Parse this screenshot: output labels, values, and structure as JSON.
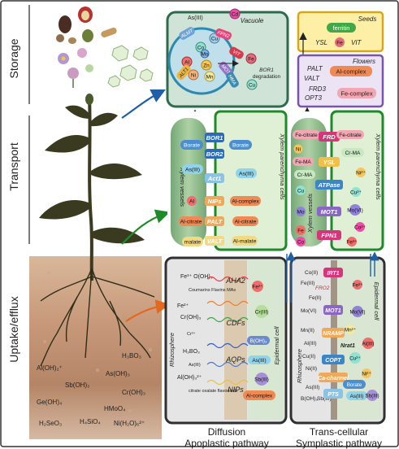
{
  "side_labels": {
    "storage": "Storage",
    "transport": "Transport",
    "uptake": "Uptake/efflux"
  },
  "vacuole": {
    "title": "Vacuole",
    "asIII": "As(III)",
    "ions": [
      "Cu",
      "Co",
      "Ni",
      "Zn",
      "Mo",
      "Fe",
      "Al",
      "Cd",
      "Mn"
    ],
    "transporters": [
      "ALMT",
      "FPN2",
      "VIT",
      "ALT1",
      "MOT",
      "HMA"
    ],
    "bor1": "BOR1\ndegradation"
  },
  "seeds": {
    "title": "Seeds",
    "ferritin": "ferritin",
    "ysl": "YSL",
    "fe": "Fe",
    "vit": "VIT"
  },
  "flowers": {
    "title": "Flowers",
    "palt": "PALT",
    "valt": "VALT",
    "al_complex": "Al-complex",
    "frd3": "FRD3",
    "opt3": "OPT3",
    "fe_complex": "Fe-complex"
  },
  "transport_left": {
    "vessels_label": "Xylem vessels",
    "parenchyma_label": "Xylem parenchyma cells",
    "left_items": [
      "Borate",
      "As(III)",
      "Al",
      "Al-citrate",
      "malate"
    ],
    "channels": [
      "BOR1",
      "BOR2",
      "Act1",
      "NIPs",
      "PALT",
      "VALT"
    ],
    "right_items": [
      "Borate",
      "As(III)",
      "Al-complex",
      "Al-citrate",
      "Al-malate"
    ]
  },
  "transport_right": {
    "vessels_label": "Xylem vessels",
    "parenchyma_label": "Xylem parenchyma cells",
    "left_items": [
      "Fe-citrate",
      "Ni",
      "Fe-MA",
      "Cr-MA",
      "Cu",
      "Mo",
      "Fe",
      "Co"
    ],
    "channels": [
      "FRD",
      "YSL",
      "ATPase",
      "MOT1",
      "FPN1"
    ],
    "right_items": [
      "Fe-citrate",
      "Cr-MA",
      "Ni²⁺",
      "Cu²⁺",
      "Mo(VI)",
      "Co²⁺",
      "Fe³⁺"
    ]
  },
  "uptake_left": {
    "rhizosphere_label": "Rhizosphere",
    "epidermal_label": "Epidermal cell",
    "left_items": [
      "Fe³⁺ O(OH)₃",
      "Coumarins\nFlavins\nMAs",
      "Fe²⁺",
      "Cr(OH)₃",
      "Cr³⁺",
      "H₃BO₃",
      "As(III)",
      "Al(OH)₃²⁺",
      "citrate\noxalate\nflavonoids"
    ],
    "channels": [
      "AHA2",
      "CDFs",
      "AQPs",
      "NIPs"
    ],
    "right_items": [
      "Fe²⁺",
      "Cr(III)",
      "B(OH)₃",
      "As(III)",
      "Sb(III)",
      "Al-complex"
    ]
  },
  "uptake_right": {
    "rhizosphere_label": "Rhizosphere",
    "epidermal_label": "Epidermal cell",
    "left_items": [
      "Co(II)",
      "Fe(III)",
      "FRO2",
      "Fe(II)",
      "Mo(VI)",
      "Mn(II)",
      "Al(III)",
      "Cu(II)",
      "Ni(II)",
      "As(III)",
      "B(OH)₃",
      "Sb(III)"
    ],
    "channels": [
      "IRT1",
      "MOT1",
      "NRAMP",
      "Nrat1",
      "COPT",
      "Ca-channel",
      "PTS"
    ],
    "right_items": [
      "Fe²⁺",
      "Mo(VI)",
      "Mn²⁺",
      "Al(III)",
      "Cu²⁺",
      "Ni²⁺",
      "Borate",
      "As(III)",
      "Sb(III)"
    ]
  },
  "soil": [
    "Al(OH)₂⁺",
    "H₃BO₃",
    "As(OH)₃",
    "Sb(OH)₃",
    "Cr(OH)₃",
    "Ge(OH)₄",
    "HMoO₄",
    "H₂SeO₃",
    "H₄SiO₄",
    "Ni(H₂O)₆²⁺"
  ],
  "captions": {
    "diffusion": "Diffusion",
    "apoplastic": "Apoplastic pathway",
    "transcellular": "Trans-cellular",
    "symplastic": "Symplastic pathway"
  }
}
